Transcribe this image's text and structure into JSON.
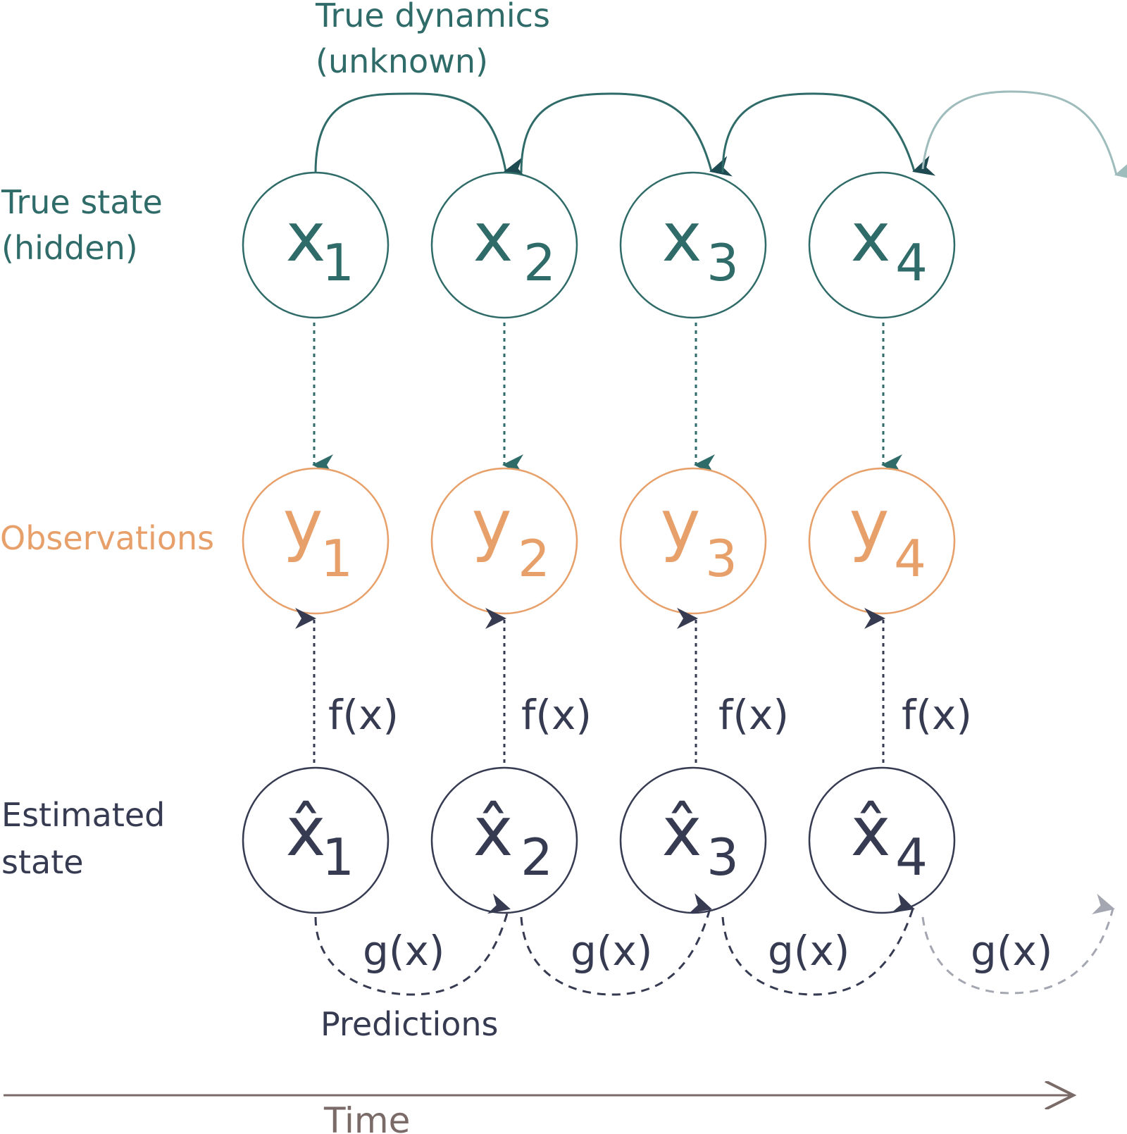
{
  "colors": {
    "true_state": "#2f6b68",
    "true_state_dark": "#1e4a52",
    "true_state_faded": "#9fbcbc",
    "observation": "#e8a06a",
    "estimate": "#363b52",
    "estimate_faded": "#a4a7b1",
    "time_axis": "#7a6a68"
  },
  "labels": {
    "dynamics_line1": "True dynamics",
    "dynamics_line2": "(unknown)",
    "true_state_line1": "True state",
    "true_state_line2": "(hidden)",
    "observations": "Observations",
    "estimated_line1": "Estimated",
    "estimated_line2": "state",
    "predictions": "Predictions",
    "time": "Time"
  },
  "true_states": [
    {
      "symbol": "x",
      "sub": "1"
    },
    {
      "symbol": "x",
      "sub": "2"
    },
    {
      "symbol": "x",
      "sub": "3"
    },
    {
      "symbol": "x",
      "sub": "4"
    }
  ],
  "observations": [
    {
      "symbol": "y",
      "sub": "1"
    },
    {
      "symbol": "y",
      "sub": "2"
    },
    {
      "symbol": "y",
      "sub": "3"
    },
    {
      "symbol": "y",
      "sub": "4"
    }
  ],
  "estimates": [
    {
      "symbol": "x̂",
      "sub": "1"
    },
    {
      "symbol": "x̂",
      "sub": "2"
    },
    {
      "symbol": "x̂",
      "sub": "3"
    },
    {
      "symbol": "x̂",
      "sub": "4"
    }
  ],
  "observation_function": [
    "f(x)",
    "f(x)",
    "f(x)",
    "f(x)"
  ],
  "prediction_function": [
    "g(x)",
    "g(x)",
    "g(x)",
    "g(x)"
  ]
}
